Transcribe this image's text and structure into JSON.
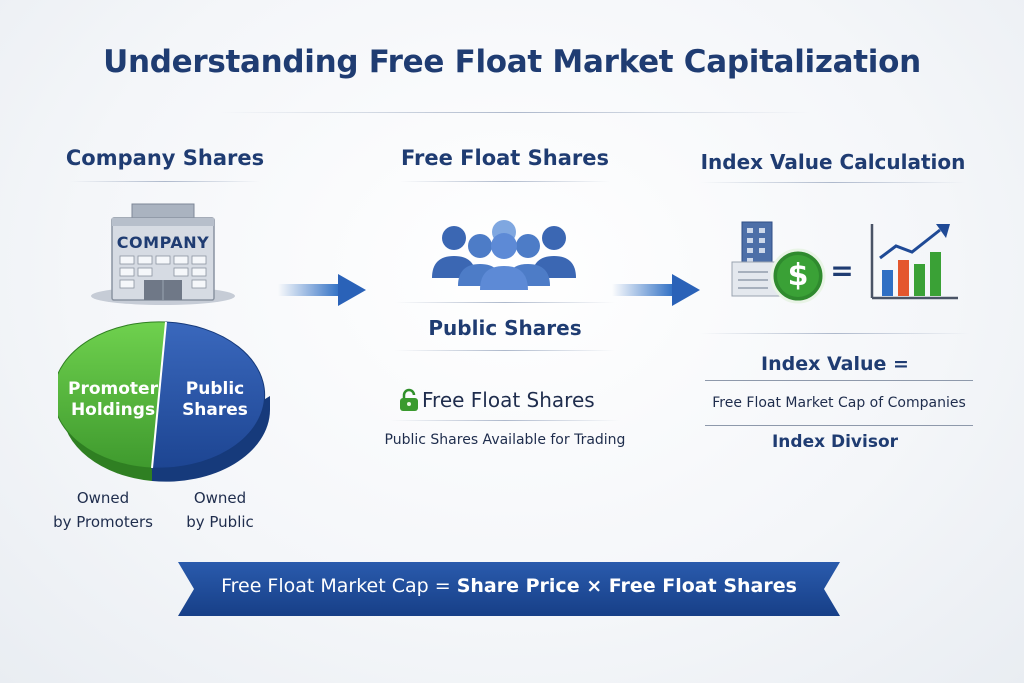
{
  "title": "Understanding Free Float Market Capitalization",
  "columns": {
    "company": {
      "heading": "Company Shares",
      "building_sign": "COMPANY",
      "pie": {
        "left_label_line1": "Promoter",
        "left_label_line2": "Holdings",
        "right_label_line1": "Public",
        "right_label_line2": "Shares"
      },
      "captions": {
        "left_line1": "Owned",
        "left_line2": "by Promoters",
        "right_line1": "Owned",
        "right_line2": "by Public"
      }
    },
    "free_float": {
      "heading": "Free Float Shares",
      "public_shares": "Public Shares",
      "free_float_label": "Free Float Shares",
      "available_text": "Public Shares Available for Trading"
    },
    "index": {
      "heading": "Index Value Calculation",
      "equals_sign": "=",
      "dollar_sign": "$",
      "formula_top": "Index Value =",
      "formula_numerator": "Free Float Market Cap of Companies",
      "formula_denominator": "Index Divisor"
    }
  },
  "banner": {
    "prefix": "Free Float Market Cap = ",
    "bold_part": "Share Price × Free Float Shares"
  },
  "colors": {
    "navy": "#1f3c72",
    "blue": "#2f5fb0",
    "green": "#4caf3c",
    "banner": "#1e4a96"
  }
}
